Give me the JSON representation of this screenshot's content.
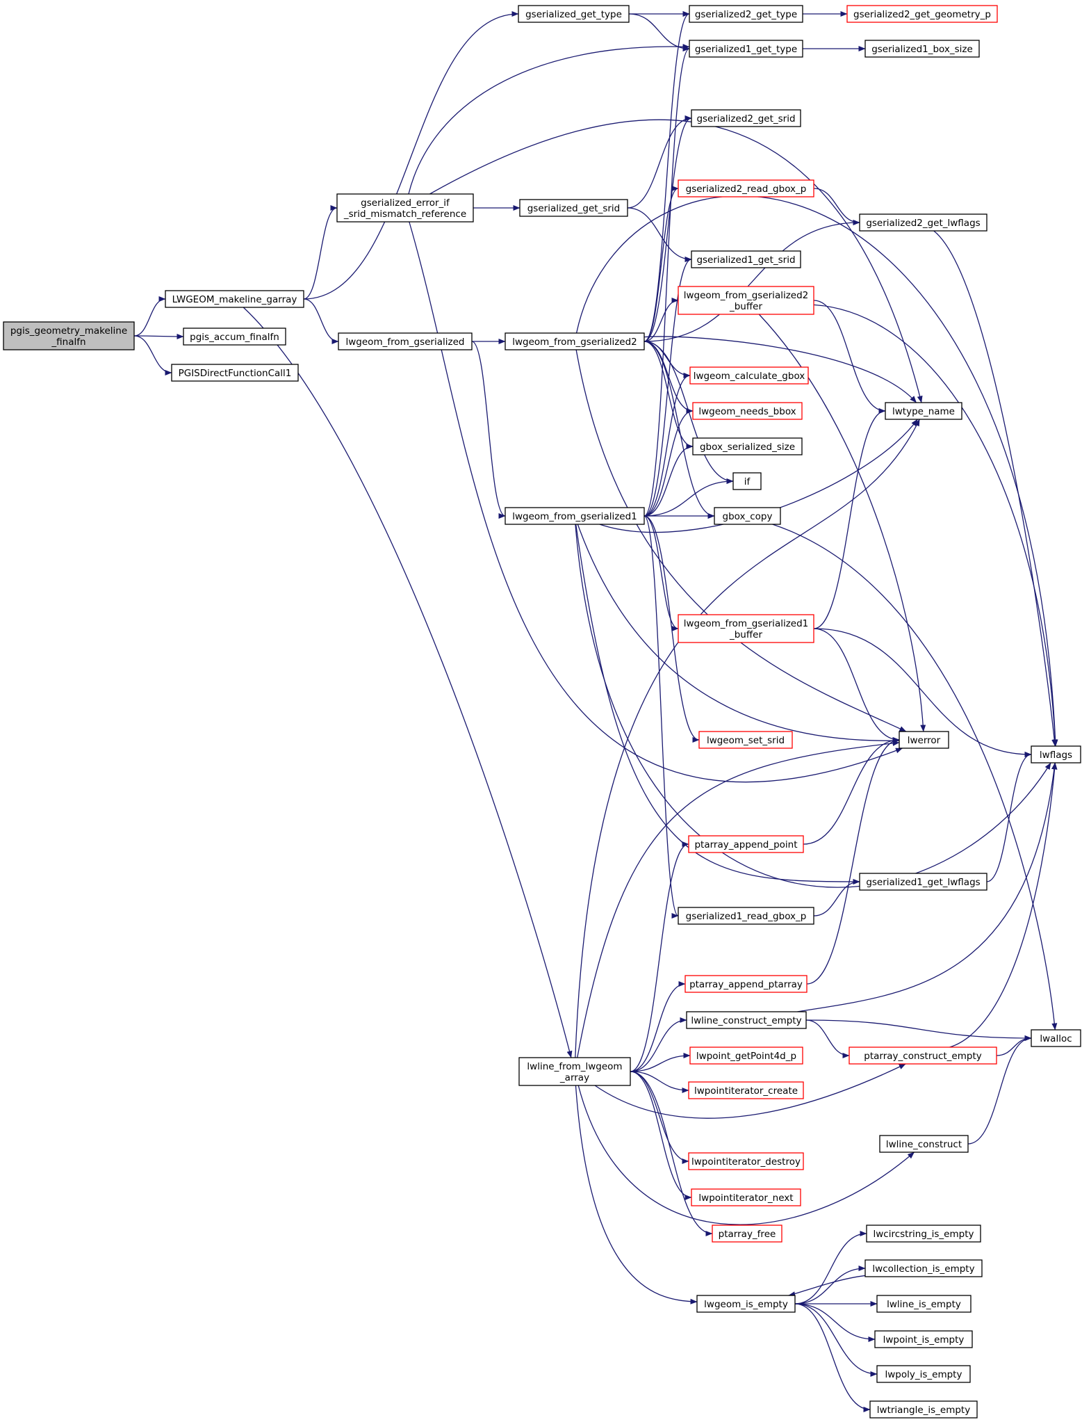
{
  "colors": {
    "edge": "#191970",
    "node_border": "#000000",
    "node_border_truncated": "#ff0000",
    "node_fill": "#ffffff",
    "root_fill": "#bfbfbf"
  },
  "nodes": [
    {
      "id": "root",
      "lines": [
        "pgis_geometry_makeline",
        "_finalfn"
      ],
      "style": "root"
    },
    {
      "id": "lwgeom_makeline_garray",
      "lines": [
        "LWGEOM_makeline_garray"
      ],
      "style": "normal"
    },
    {
      "id": "pgis_accum_finalfn",
      "lines": [
        "pgis_accum_finalfn"
      ],
      "style": "normal"
    },
    {
      "id": "pgis_direct_function_call1",
      "lines": [
        "PGISDirectFunctionCall1"
      ],
      "style": "normal"
    },
    {
      "id": "gserialized_error_if_srid_mismatch_reference",
      "lines": [
        "gserialized_error_if",
        "_srid_mismatch_reference"
      ],
      "style": "normal"
    },
    {
      "id": "lwgeom_from_gserialized",
      "lines": [
        "lwgeom_from_gserialized"
      ],
      "style": "normal"
    },
    {
      "id": "gserialized_get_type",
      "lines": [
        "gserialized_get_type"
      ],
      "style": "normal"
    },
    {
      "id": "gserialized_get_srid",
      "lines": [
        "gserialized_get_srid"
      ],
      "style": "normal"
    },
    {
      "id": "lwgeom_from_gserialized2",
      "lines": [
        "lwgeom_from_gserialized2"
      ],
      "style": "normal"
    },
    {
      "id": "lwgeom_from_gserialized1",
      "lines": [
        "lwgeom_from_gserialized1"
      ],
      "style": "normal"
    },
    {
      "id": "lwline_from_lwgeom_array",
      "lines": [
        "lwline_from_lwgeom",
        "_array"
      ],
      "style": "normal"
    },
    {
      "id": "gserialized2_get_type",
      "lines": [
        "gserialized2_get_type"
      ],
      "style": "normal"
    },
    {
      "id": "gserialized1_get_type",
      "lines": [
        "gserialized1_get_type"
      ],
      "style": "normal"
    },
    {
      "id": "gserialized2_get_srid",
      "lines": [
        "gserialized2_get_srid"
      ],
      "style": "normal"
    },
    {
      "id": "gserialized2_read_gbox_p",
      "lines": [
        "gserialized2_read_gbox_p"
      ],
      "style": "truncated"
    },
    {
      "id": "gserialized1_get_srid",
      "lines": [
        "gserialized1_get_srid"
      ],
      "style": "normal"
    },
    {
      "id": "lwgeom_from_gserialized2_buffer",
      "lines": [
        "lwgeom_from_gserialized2",
        "_buffer"
      ],
      "style": "truncated"
    },
    {
      "id": "lwgeom_calculate_gbox",
      "lines": [
        "lwgeom_calculate_gbox"
      ],
      "style": "truncated"
    },
    {
      "id": "lwgeom_needs_bbox",
      "lines": [
        "lwgeom_needs_bbox"
      ],
      "style": "truncated"
    },
    {
      "id": "gbox_serialized_size",
      "lines": [
        "gbox_serialized_size"
      ],
      "style": "normal"
    },
    {
      "id": "if_node",
      "lines": [
        "if"
      ],
      "style": "normal"
    },
    {
      "id": "gbox_copy",
      "lines": [
        "gbox_copy"
      ],
      "style": "normal"
    },
    {
      "id": "lwgeom_from_gserialized1_buffer",
      "lines": [
        "lwgeom_from_gserialized1",
        "_buffer"
      ],
      "style": "truncated"
    },
    {
      "id": "lwgeom_set_srid",
      "lines": [
        "lwgeom_set_srid"
      ],
      "style": "truncated"
    },
    {
      "id": "ptarray_append_point",
      "lines": [
        "ptarray_append_point"
      ],
      "style": "truncated"
    },
    {
      "id": "gserialized1_read_gbox_p",
      "lines": [
        "gserialized1_read_gbox_p"
      ],
      "style": "normal"
    },
    {
      "id": "ptarray_append_ptarray",
      "lines": [
        "ptarray_append_ptarray"
      ],
      "style": "truncated"
    },
    {
      "id": "lwline_construct_empty",
      "lines": [
        "lwline_construct_empty"
      ],
      "style": "normal"
    },
    {
      "id": "lwpoint_getpoint4d_p",
      "lines": [
        "lwpoint_getPoint4d_p"
      ],
      "style": "truncated"
    },
    {
      "id": "lwpointiterator_create",
      "lines": [
        "lwpointiterator_create"
      ],
      "style": "truncated"
    },
    {
      "id": "lwpointiterator_destroy",
      "lines": [
        "lwpointiterator_destroy"
      ],
      "style": "truncated"
    },
    {
      "id": "lwpointiterator_next",
      "lines": [
        "lwpointiterator_next"
      ],
      "style": "truncated"
    },
    {
      "id": "ptarray_free",
      "lines": [
        "ptarray_free"
      ],
      "style": "truncated"
    },
    {
      "id": "lwgeom_is_empty",
      "lines": [
        "lwgeom_is_empty"
      ],
      "style": "normal"
    },
    {
      "id": "gserialized2_get_geometry_p",
      "lines": [
        "gserialized2_get_geometry_p"
      ],
      "style": "truncated"
    },
    {
      "id": "gserialized1_box_size",
      "lines": [
        "gserialized1_box_size"
      ],
      "style": "normal"
    },
    {
      "id": "gserialized2_get_lwflags",
      "lines": [
        "gserialized2_get_lwflags"
      ],
      "style": "normal"
    },
    {
      "id": "lwtype_name",
      "lines": [
        "lwtype_name"
      ],
      "style": "normal"
    },
    {
      "id": "lwerror",
      "lines": [
        "lwerror"
      ],
      "style": "normal"
    },
    {
      "id": "gserialized1_get_lwflags",
      "lines": [
        "gserialized1_get_lwflags"
      ],
      "style": "normal"
    },
    {
      "id": "ptarray_construct_empty",
      "lines": [
        "ptarray_construct_empty"
      ],
      "style": "truncated"
    },
    {
      "id": "lwline_construct",
      "lines": [
        "lwline_construct"
      ],
      "style": "normal"
    },
    {
      "id": "lwcircstring_is_empty",
      "lines": [
        "lwcircstring_is_empty"
      ],
      "style": "normal"
    },
    {
      "id": "lwcollection_is_empty",
      "lines": [
        "lwcollection_is_empty"
      ],
      "style": "normal"
    },
    {
      "id": "lwline_is_empty",
      "lines": [
        "lwline_is_empty"
      ],
      "style": "normal"
    },
    {
      "id": "lwpoint_is_empty",
      "lines": [
        "lwpoint_is_empty"
      ],
      "style": "normal"
    },
    {
      "id": "lwpoly_is_empty",
      "lines": [
        "lwpoly_is_empty"
      ],
      "style": "normal"
    },
    {
      "id": "lwtriangle_is_empty",
      "lines": [
        "lwtriangle_is_empty"
      ],
      "style": "normal"
    },
    {
      "id": "lwflags",
      "lines": [
        "lwflags"
      ],
      "style": "normal"
    },
    {
      "id": "lwalloc",
      "lines": [
        "lwalloc"
      ],
      "style": "normal"
    }
  ],
  "edges": [
    [
      "root",
      "lwgeom_makeline_garray"
    ],
    [
      "root",
      "pgis_accum_finalfn"
    ],
    [
      "root",
      "pgis_direct_function_call1"
    ],
    [
      "lwgeom_makeline_garray",
      "gserialized_error_if_srid_mismatch_reference"
    ],
    [
      "lwgeom_makeline_garray",
      "gserialized_get_type"
    ],
    [
      "lwgeom_makeline_garray",
      "lwgeom_from_gserialized"
    ],
    [
      "lwgeom_makeline_garray",
      "lwline_from_lwgeom_array"
    ],
    [
      "gserialized_error_if_srid_mismatch_reference",
      "gserialized_get_srid"
    ],
    [
      "gserialized_error_if_srid_mismatch_reference",
      "gserialized1_get_type"
    ],
    [
      "gserialized_error_if_srid_mismatch_reference",
      "lwtype_name"
    ],
    [
      "gserialized_error_if_srid_mismatch_reference",
      "lwerror"
    ],
    [
      "gserialized_get_type",
      "gserialized2_get_type"
    ],
    [
      "gserialized_get_type",
      "gserialized1_get_type"
    ],
    [
      "gserialized_get_srid",
      "gserialized2_get_srid"
    ],
    [
      "gserialized_get_srid",
      "gserialized1_get_srid"
    ],
    [
      "lwgeom_from_gserialized",
      "lwgeom_from_gserialized2"
    ],
    [
      "lwgeom_from_gserialized",
      "lwgeom_from_gserialized1"
    ],
    [
      "lwgeom_from_gserialized2",
      "gserialized2_get_type"
    ],
    [
      "lwgeom_from_gserialized2",
      "gserialized2_get_srid"
    ],
    [
      "lwgeom_from_gserialized2",
      "gserialized2_read_gbox_p"
    ],
    [
      "lwgeom_from_gserialized2",
      "gserialized2_get_lwflags"
    ],
    [
      "lwgeom_from_gserialized2",
      "lwgeom_from_gserialized2_buffer"
    ],
    [
      "lwgeom_from_gserialized2",
      "lwtype_name"
    ],
    [
      "lwgeom_from_gserialized2",
      "lwgeom_calculate_gbox"
    ],
    [
      "lwgeom_from_gserialized2",
      "lwgeom_needs_bbox"
    ],
    [
      "lwgeom_from_gserialized2",
      "gbox_serialized_size"
    ],
    [
      "lwgeom_from_gserialized2",
      "if_node"
    ],
    [
      "lwgeom_from_gserialized2",
      "gbox_copy"
    ],
    [
      "lwgeom_from_gserialized2",
      "lwerror"
    ],
    [
      "lwgeom_from_gserialized2",
      "lwflags"
    ],
    [
      "lwgeom_from_gserialized1",
      "gserialized1_get_type"
    ],
    [
      "lwgeom_from_gserialized1",
      "gserialized1_get_srid"
    ],
    [
      "lwgeom_from_gserialized1",
      "lwgeom_calculate_gbox"
    ],
    [
      "lwgeom_from_gserialized1",
      "lwgeom_needs_bbox"
    ],
    [
      "lwgeom_from_gserialized1",
      "gbox_serialized_size"
    ],
    [
      "lwgeom_from_gserialized1",
      "if_node"
    ],
    [
      "lwgeom_from_gserialized1",
      "gbox_copy"
    ],
    [
      "lwgeom_from_gserialized1",
      "lwtype_name"
    ],
    [
      "lwgeom_from_gserialized1",
      "lwgeom_from_gserialized1_buffer"
    ],
    [
      "lwgeom_from_gserialized1",
      "lwgeom_set_srid"
    ],
    [
      "lwgeom_from_gserialized1",
      "lwerror"
    ],
    [
      "lwgeom_from_gserialized1",
      "gserialized1_get_lwflags"
    ],
    [
      "lwgeom_from_gserialized1",
      "gserialized1_read_gbox_p"
    ],
    [
      "lwgeom_from_gserialized1",
      "lwflags"
    ],
    [
      "lwgeom_from_gserialized2_buffer",
      "lwtype_name"
    ],
    [
      "lwgeom_from_gserialized2_buffer",
      "lwerror"
    ],
    [
      "lwgeom_from_gserialized2_buffer",
      "lwflags"
    ],
    [
      "lwgeom_from_gserialized1_buffer",
      "lwtype_name"
    ],
    [
      "lwgeom_from_gserialized1_buffer",
      "lwerror"
    ],
    [
      "lwgeom_from_gserialized1_buffer",
      "lwflags"
    ],
    [
      "gserialized2_get_type",
      "gserialized2_get_geometry_p"
    ],
    [
      "gserialized1_get_type",
      "gserialized1_box_size"
    ],
    [
      "gserialized2_read_gbox_p",
      "gserialized2_get_lwflags"
    ],
    [
      "gserialized2_get_lwflags",
      "lwflags"
    ],
    [
      "gserialized1_read_gbox_p",
      "gserialized1_get_lwflags"
    ],
    [
      "gserialized1_get_lwflags",
      "lwflags"
    ],
    [
      "gbox_copy",
      "lwalloc"
    ],
    [
      "ptarray_append_point",
      "lwerror"
    ],
    [
      "ptarray_append_ptarray",
      "lwerror"
    ],
    [
      "lwline_from_lwgeom_array",
      "lwtype_name"
    ],
    [
      "lwline_from_lwgeom_array",
      "lwerror"
    ],
    [
      "lwline_from_lwgeom_array",
      "ptarray_append_point"
    ],
    [
      "lwline_from_lwgeom_array",
      "ptarray_append_ptarray"
    ],
    [
      "lwline_from_lwgeom_array",
      "lwline_construct_empty"
    ],
    [
      "lwline_from_lwgeom_array",
      "lwpoint_getpoint4d_p"
    ],
    [
      "lwline_from_lwgeom_array",
      "lwpointiterator_create"
    ],
    [
      "lwline_from_lwgeom_array",
      "ptarray_construct_empty"
    ],
    [
      "lwline_from_lwgeom_array",
      "lwpointiterator_destroy"
    ],
    [
      "lwline_from_lwgeom_array",
      "lwpointiterator_next"
    ],
    [
      "lwline_from_lwgeom_array",
      "ptarray_free"
    ],
    [
      "lwline_from_lwgeom_array",
      "lwline_construct"
    ],
    [
      "lwline_from_lwgeom_array",
      "lwgeom_is_empty"
    ],
    [
      "lwline_construct_empty",
      "lwalloc"
    ],
    [
      "lwline_construct_empty",
      "ptarray_construct_empty"
    ],
    [
      "lwline_construct_empty",
      "lwflags"
    ],
    [
      "ptarray_construct_empty",
      "lwalloc"
    ],
    [
      "ptarray_construct_empty",
      "lwflags"
    ],
    [
      "lwline_construct",
      "lwalloc"
    ],
    [
      "lwgeom_is_empty",
      "lwcircstring_is_empty"
    ],
    [
      "lwgeom_is_empty",
      "lwcollection_is_empty"
    ],
    [
      "lwgeom_is_empty",
      "lwline_is_empty"
    ],
    [
      "lwgeom_is_empty",
      "lwpoint_is_empty"
    ],
    [
      "lwgeom_is_empty",
      "lwpoly_is_empty"
    ],
    [
      "lwgeom_is_empty",
      "lwtriangle_is_empty"
    ],
    [
      "lwcollection_is_empty",
      "lwgeom_is_empty"
    ]
  ]
}
